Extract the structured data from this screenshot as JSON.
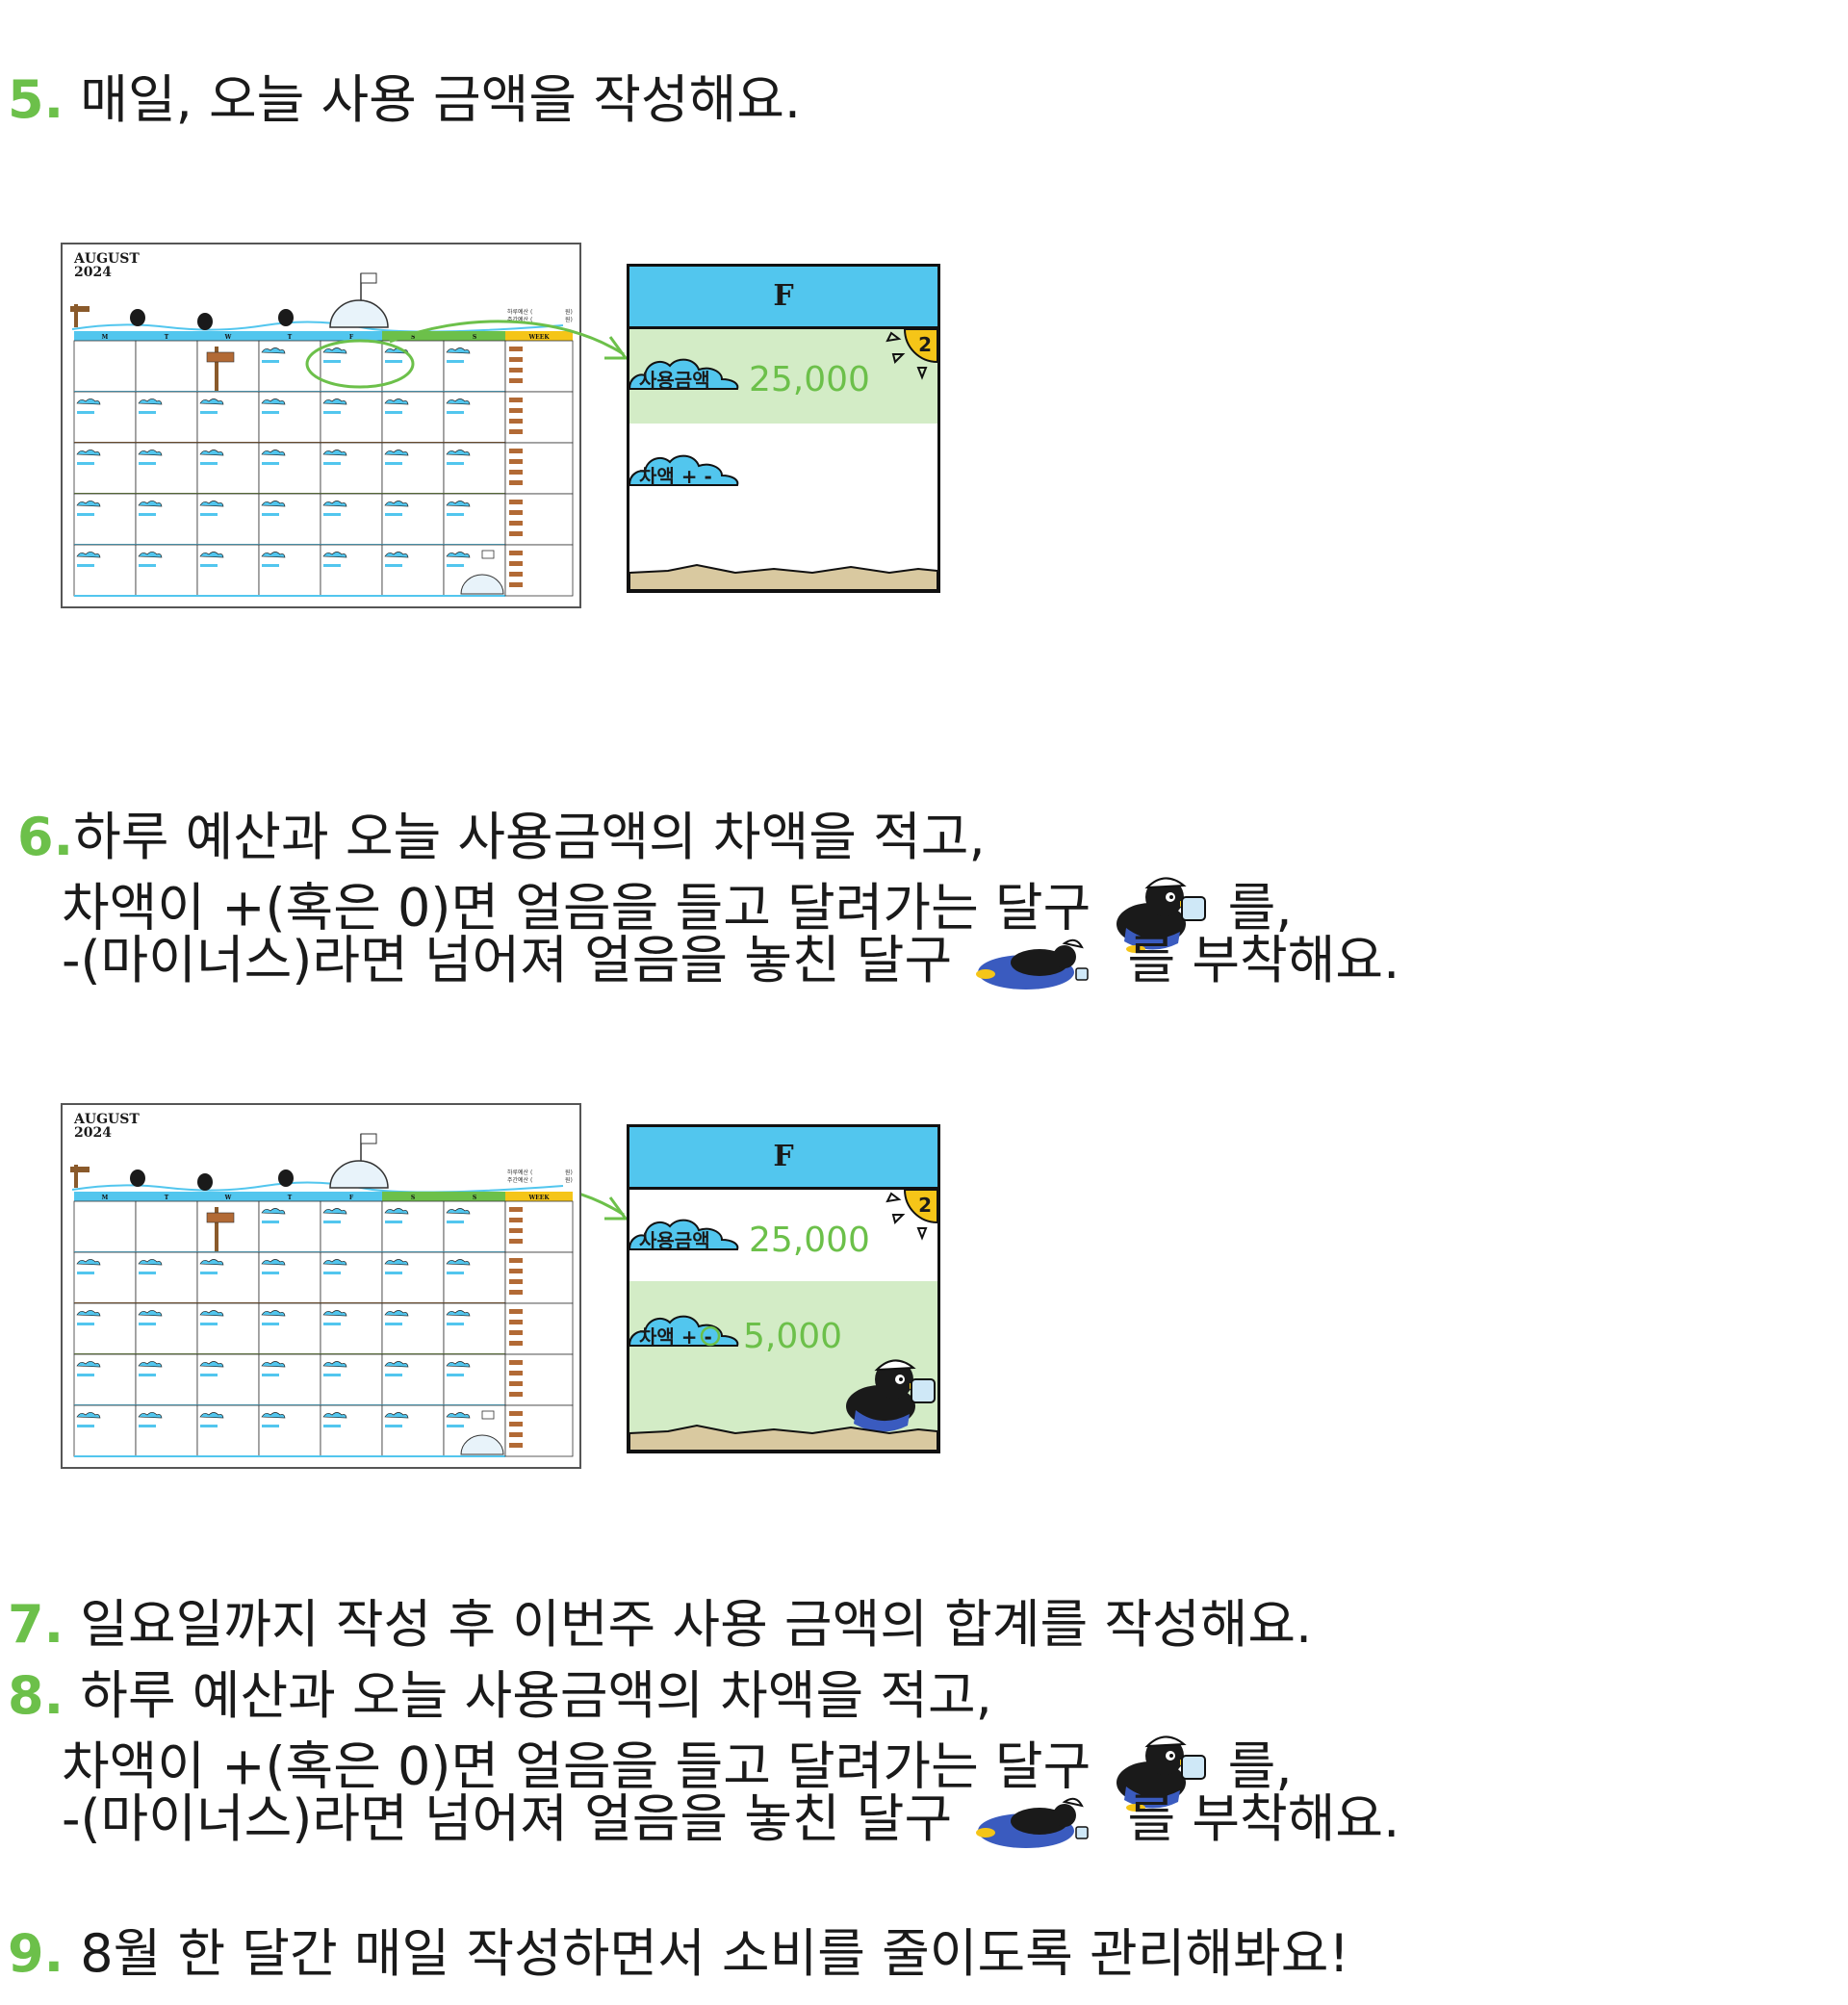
{
  "steps": {
    "s5": {
      "num": "5.",
      "text": "매일, 오늘 사용 금액을 작성해요."
    },
    "s6": {
      "num": "6.",
      "line1": "하루 예산과 오늘 사용금액의 차액을 적고,",
      "line2a": "차액이 +(혹은 0)면 얼음을 들고 달려가는 달구",
      "line2b": "를,",
      "line3a": "-(마이너스)라면 넘어져 얼음을 놓친 달구",
      "line3b": "를 부착해요."
    },
    "s7": {
      "num": "7.",
      "text": "일요일까지 작성 후 이번주 사용 금액의 합계를 작성해요."
    },
    "s8": {
      "num": "8.",
      "line1": "하루 예산과 오늘 사용금액의 차액을 적고,",
      "line2a": "차액이 +(혹은 0)면 얼음을 들고 달려가는 달구",
      "line2b": "를,",
      "line3a": "-(마이너스)라면 넘어져 얼음을 놓친 달구",
      "line3b": "를 부착해요."
    },
    "s9": {
      "num": "9.",
      "text": "8월 한 달간 매일 작성하면서 소비를 줄이도록 관리해봐요!"
    }
  },
  "calendar": {
    "month": "AUGUST",
    "year": "2024",
    "days": [
      "M",
      "T",
      "W",
      "T",
      "F",
      "S",
      "S"
    ],
    "week_label": "WEEK",
    "budget_lines": [
      "하루예산 (",
      "원)",
      "주간예산 (",
      "원)"
    ]
  },
  "detail1": {
    "day": "F",
    "date": "2",
    "spent_label": "사용금액",
    "spent_value": "25,000",
    "diff_label": "차액 + -",
    "diff_value": ""
  },
  "detail2": {
    "day": "F",
    "date": "2",
    "spent_label": "사용금액",
    "spent_value": "25,000",
    "diff_label": "차액 + -",
    "diff_value": "5,000"
  },
  "colors": {
    "accent_green": "#6cc04a",
    "sky_blue": "#52c6ee",
    "light_green_fill": "#d3ecc6",
    "sun_yellow": "#f5c518",
    "ground_tan": "#d9c9a0"
  },
  "icons": [
    "penguin-running-with-ice-icon",
    "penguin-fallen-icon",
    "igloo-icon",
    "flag-icon",
    "signpost-icon",
    "cloud-icon",
    "sun-icon"
  ]
}
